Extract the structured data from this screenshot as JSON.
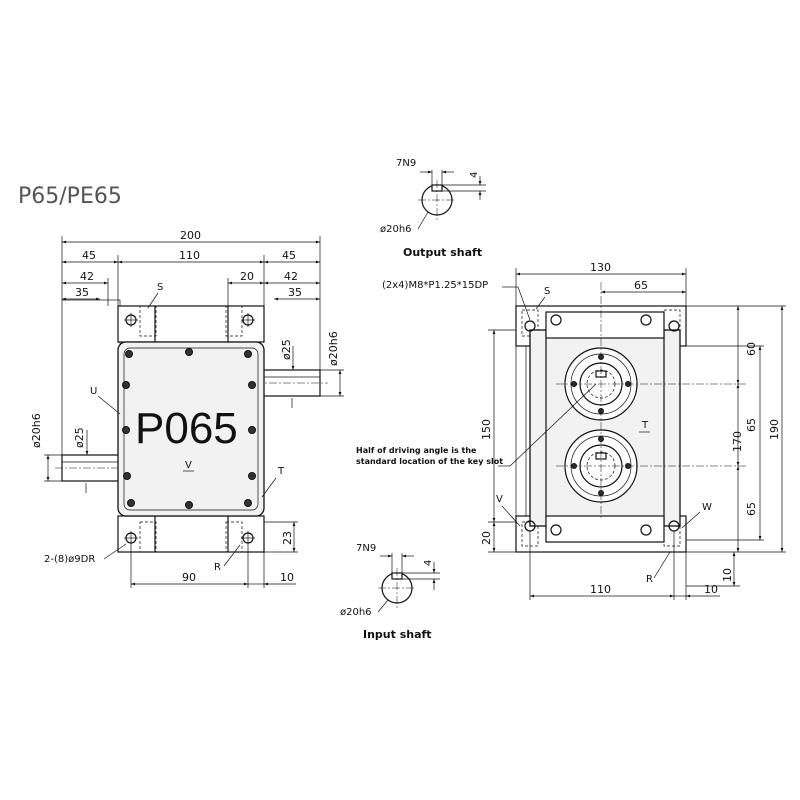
{
  "title": "P65/PE65",
  "model_label": "P065",
  "letters": {
    "s": "S",
    "u": "U",
    "t": "T",
    "r": "R",
    "v": "V",
    "w": "W"
  },
  "front_view": {
    "dims": {
      "overall": "200",
      "left_45": "45",
      "center_110": "110",
      "right_45": "45",
      "left_42": "42",
      "left_35": "35",
      "right_20": "20",
      "right_42": "42",
      "right_35": "35",
      "bottom_90": "90",
      "bottom_10": "10",
      "side_23": "23"
    },
    "shaft_upper": {
      "dia": "ø25",
      "fit": "ø20h6"
    },
    "shaft_lower": {
      "dia": "ø25",
      "fit": "ø20h6"
    },
    "mount_holes": "2-(8)ø9DR"
  },
  "side_view": {
    "dims": {
      "width_130": "130",
      "offset_65": "65",
      "h_60": "60",
      "h_65a": "65",
      "h_65b": "65",
      "h_150": "150",
      "h_170": "170",
      "h_190": "190",
      "h_20": "20",
      "h_10": "10",
      "bottom_110": "110",
      "bottom_10": "10"
    },
    "tap_holes": "(2x4)M8*P1.25*15DP",
    "note_line1": "Half of driving angle is the",
    "note_line2": "standard location of the key slot"
  },
  "output_shaft": {
    "key": "7N9",
    "depth": "4",
    "fit": "ø20h6",
    "caption": "Output shaft"
  },
  "input_shaft": {
    "key": "7N9",
    "depth": "4",
    "fit": "ø20h6",
    "caption": "Input shaft"
  }
}
